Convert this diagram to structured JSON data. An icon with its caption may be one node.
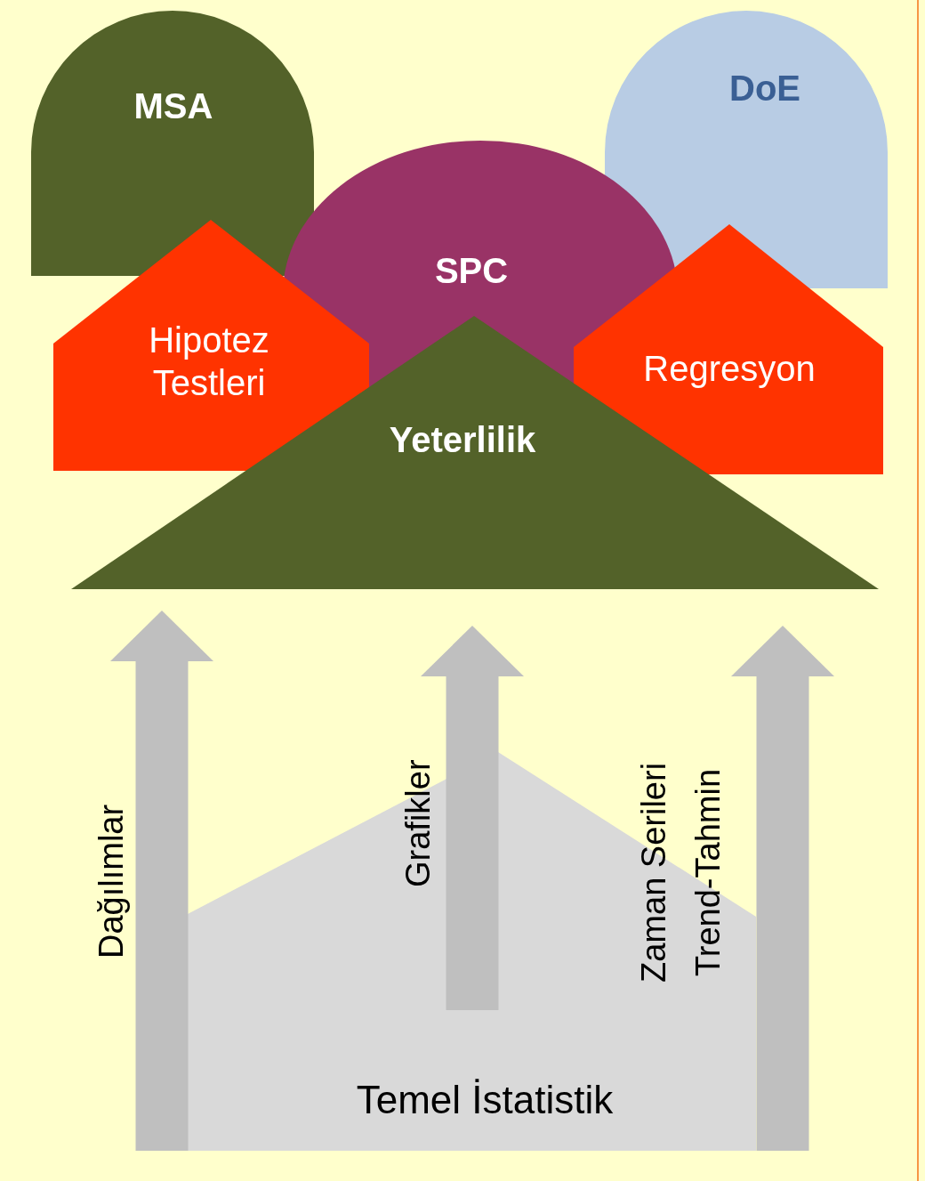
{
  "diagram": {
    "nodes": [
      {
        "text": [
          "MSA"
        ]
      },
      {
        "text": [
          "DoE"
        ]
      },
      {
        "text": [
          "SPC"
        ]
      },
      {
        "text": [
          "Hipotez Testleri"
        ]
      },
      {
        "text": [
          "Regresyon"
        ]
      },
      {
        "text": [
          "Yeterlilik"
        ]
      },
      {
        "text": [
          "Temel İstatistik"
        ]
      }
    ],
    "edges": [
      {
        "from": 6,
        "to": 5,
        "arrow": "to",
        "label": "Dağılımlar"
      },
      {
        "from": 6,
        "to": 5,
        "arrow": "to",
        "label": "Grafikler"
      },
      {
        "from": 6,
        "to": 5,
        "arrow": "to",
        "label": "Zaman Serileri Trend-Tahmin"
      }
    ]
  }
}
